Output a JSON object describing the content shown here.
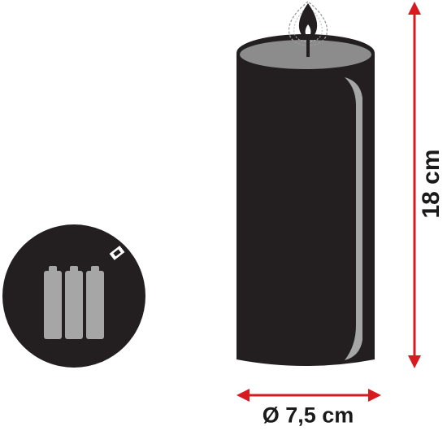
{
  "dimensions": {
    "height_label": "18 cm",
    "diameter_label": "Ø 7,5 cm"
  },
  "battery_badge": {
    "battery_count": 3
  },
  "colors": {
    "candle": "#231f20",
    "candle_top": "#8c8c8c",
    "highlight": "#a6a6a6",
    "arrow": "#d71920",
    "battery": "#a6a6a6",
    "badge": "#231f20"
  }
}
